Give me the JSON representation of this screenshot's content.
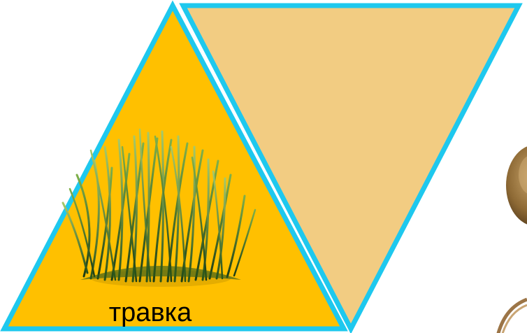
{
  "cards": [
    {
      "label": "травка",
      "image": "grass-tuft",
      "fill": "#FFC000",
      "border": "#1EC8EE"
    },
    {
      "label": "",
      "image": "",
      "fill": "#F2CC82",
      "border": "#1EC8EE"
    }
  ],
  "partial_images": [
    "mushroom-cap",
    "basket-handle"
  ]
}
